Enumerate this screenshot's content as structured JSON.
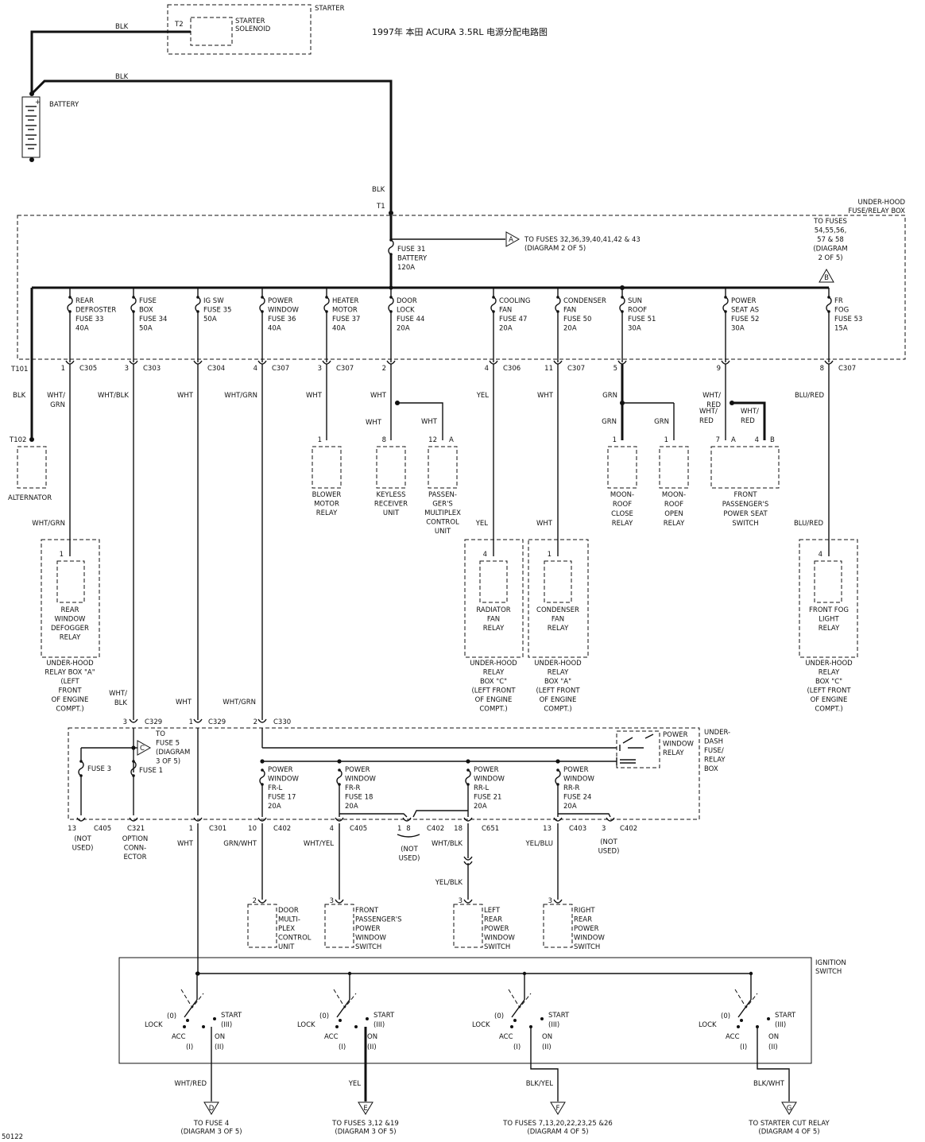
{
  "title": "1997年 本田 ACURA 3.5RL  电源分配电路图",
  "diagram_code": "50122",
  "starter": {
    "label": "STARTER",
    "pin": "T2",
    "solenoid": [
      "STARTER",
      "SOLENOID"
    ],
    "wire": "BLK"
  },
  "battery": {
    "label": "BATTERY",
    "wire": "BLK"
  },
  "main_feed": {
    "wire": "BLK",
    "terminal": "T1"
  },
  "box_label": [
    "UNDER-HOOD",
    "FUSE/RELAY BOX"
  ],
  "fuse31": [
    "FUSE 31",
    "BATTERY",
    "120A"
  ],
  "ref_a": {
    "letter": "A",
    "lines": [
      "TO FUSES 32,36,39,40,41,42 & 43",
      "(DIAGRAM 2 OF 5)"
    ]
  },
  "ref_b": {
    "letter": "B",
    "lines": [
      "TO FUSES",
      "54,55,56,",
      "57 & 58",
      "(DIAGRAM",
      "2 OF 5)"
    ]
  },
  "alternator": {
    "t101": "T101",
    "wire": "BLK",
    "t102": "T102",
    "label": "ALTERNATOR"
  },
  "fuses": [
    {
      "lines": [
        "REAR",
        "DEFROSTER",
        "FUSE 33",
        "40A"
      ],
      "pin": "1",
      "conn": "C305",
      "wire": [
        "WHT/",
        "GRN"
      ]
    },
    {
      "lines": [
        "FUSE",
        "BOX",
        "FUSE 34",
        "50A"
      ],
      "pin": "3",
      "conn": "C303",
      "wire": [
        "WHT/BLK"
      ]
    },
    {
      "lines": [
        "IG SW",
        "FUSE 35",
        "50A"
      ],
      "pin": "",
      "conn": "C304",
      "wire": [
        "WHT"
      ]
    },
    {
      "lines": [
        "POWER",
        "WINDOW",
        "FUSE 36",
        "40A"
      ],
      "pin": "4",
      "conn": "C307",
      "wire": [
        "WHT/GRN"
      ]
    },
    {
      "lines": [
        "HEATER",
        "MOTOR",
        "FUSE 37",
        "40A"
      ],
      "pin": "3",
      "conn": "C307",
      "wire": [
        "WHT"
      ]
    },
    {
      "lines": [
        "DOOR",
        "LOCK",
        "FUSE 44",
        "20A"
      ],
      "pin": "2",
      "conn": "",
      "wire": [
        "WHT"
      ]
    },
    {
      "lines": [
        "COOLING",
        "FAN",
        "FUSE 47",
        "20A"
      ],
      "pin": "4",
      "conn": "C306",
      "wire": [
        "YEL"
      ]
    },
    {
      "lines": [
        "CONDENSER",
        "FAN",
        "FUSE 50",
        "20A"
      ],
      "pin": "11",
      "conn": "C307",
      "wire": [
        "WHT"
      ]
    },
    {
      "lines": [
        "SUN",
        "ROOF",
        "FUSE 51",
        "30A"
      ],
      "pin": "5",
      "conn": "",
      "wire": [
        "GRN"
      ]
    },
    {
      "lines": [
        "POWER",
        "SEAT AS",
        "FUSE 52",
        "30A"
      ],
      "pin": "9",
      "conn": "",
      "wire": [
        "WHT/",
        "RED"
      ]
    },
    {
      "lines": [
        "FR",
        "FOG",
        "FUSE 53",
        "15A"
      ],
      "pin": "8",
      "conn": "C307",
      "wire": [
        "BLU/RED"
      ]
    }
  ],
  "loads_upper": {
    "blower": {
      "pin": "1",
      "lines": [
        "BLOWER",
        "MOTOR",
        "RELAY"
      ]
    },
    "keyless": {
      "pin": "8",
      "wire": "WHT",
      "lines": [
        "KEYLESS",
        "RECEIVER",
        "UNIT"
      ]
    },
    "pass_mux": {
      "pin": "12",
      "ref": "A",
      "wire": "WHT",
      "lines": [
        "PASSEN-",
        "GER'S",
        "MULTIPLEX",
        "CONTROL",
        "UNIT"
      ]
    },
    "moon_close": {
      "pin": "1",
      "wire": "GRN",
      "lines": [
        "MOON-",
        "ROOF",
        "CLOSE",
        "RELAY"
      ]
    },
    "moon_open": {
      "pin": "1",
      "wire": "GRN",
      "lines": [
        "MOON-",
        "ROOF",
        "OPEN",
        "RELAY"
      ]
    },
    "seat": {
      "pin_a": "7",
      "ref_a": "A",
      "pin_b": "4",
      "ref_b": "B",
      "wire": [
        "WHT/",
        "RED"
      ],
      "lines": [
        "FRONT",
        "PASSENGER'S",
        "POWER SEAT",
        "SWITCH"
      ]
    }
  },
  "relays": {
    "defogger": {
      "wire": "WHT/GRN",
      "pin": "1",
      "lines": [
        "REAR",
        "WINDOW",
        "DEFOGGER",
        "RELAY"
      ],
      "box": [
        "UNDER-HOOD",
        "RELAY BOX \"A\"",
        "(LEFT",
        "FRONT",
        "OF ENGINE",
        "COMPT.)"
      ]
    },
    "radiator": {
      "wire": "YEL",
      "pin": "4",
      "lines": [
        "RADIATOR",
        "FAN",
        "RELAY"
      ],
      "box": [
        "UNDER-HOOD",
        "RELAY",
        "BOX \"C\"",
        "(LEFT FRONT",
        "OF ENGINE",
        "COMPT.)"
      ]
    },
    "condenser": {
      "wire": "WHT",
      "pin": "1",
      "lines": [
        "CONDENSER",
        "FAN",
        "RELAY"
      ],
      "box": [
        "UNDER-HOOD",
        "RELAY",
        "BOX \"A\"",
        "(LEFT FRONT",
        "OF ENGINE",
        "COMPT.)"
      ]
    },
    "fog": {
      "wire": "BLU/RED",
      "pin": "4",
      "lines": [
        "FRONT FOG",
        "LIGHT",
        "RELAY"
      ],
      "box": [
        "UNDER-HOOD",
        "RELAY",
        "BOX \"C\"",
        "(LEFT FRONT",
        "OF ENGINE",
        "COMPT.)"
      ]
    }
  },
  "underdash": {
    "label": [
      "UNDER-",
      "DASH",
      "FUSE/",
      "RELAY",
      "BOX"
    ],
    "c329a": {
      "pin": "3",
      "conn": "C329",
      "wire": [
        "WHT/",
        "BLK"
      ]
    },
    "c329b": {
      "pin": "1",
      "conn": "C329",
      "wire": [
        "WHT"
      ]
    },
    "c330": {
      "pin": "2",
      "conn": "C330",
      "wire": [
        "WHT/GRN"
      ]
    },
    "ref_c": {
      "letter": "C",
      "lines": [
        "TO",
        "FUSE 5",
        "(DIAGRAM",
        "3 OF 5)"
      ]
    },
    "fuse3": "FUSE 3",
    "fuse1": "FUSE 1",
    "pw_relay": [
      "POWER",
      "WINDOW",
      "RELAY"
    ],
    "pw_fuses": [
      {
        "lines": [
          "POWER",
          "WINDOW",
          "FR-L",
          "FUSE 17",
          "20A"
        ]
      },
      {
        "lines": [
          "POWER",
          "WINDOW",
          "FR-R",
          "FUSE 18",
          "20A"
        ]
      },
      {
        "lines": [
          "POWER",
          "WINDOW",
          "RR-L",
          "FUSE 21",
          "20A"
        ]
      },
      {
        "lines": [
          "POWER",
          "WINDOW",
          "RR-R",
          "FUSE 24",
          "20A"
        ]
      }
    ]
  },
  "bottom_conns": [
    {
      "pin": "13",
      "conn": "C405",
      "note": [
        "(NOT",
        "USED)"
      ]
    },
    {
      "pin": "",
      "conn": "C321",
      "note": [
        "OPTION",
        "CONN-",
        "ECTOR"
      ]
    },
    {
      "pin": "1",
      "conn": "C301",
      "wire": "WHT"
    },
    {
      "pin": "10",
      "conn": "C402",
      "wire": "GRN/WHT"
    },
    {
      "pin": "4",
      "conn": "C405",
      "wire": "WHT/YEL"
    },
    {
      "pin": "1",
      "pin2": "8",
      "conn": "C402",
      "note": [
        "(NOT",
        "USED)"
      ]
    },
    {
      "pin": "18",
      "conn": "C651",
      "wire": "WHT/BLK",
      "wire2": "YEL/BLK"
    },
    {
      "pin": "13",
      "conn": "C403",
      "wire": "YEL/BLU"
    },
    {
      "pin": "3",
      "conn": "C402",
      "note": [
        "(NOT",
        "USED)"
      ]
    }
  ],
  "loads_lower": [
    {
      "pin": "2",
      "lines": [
        "DOOR",
        "MULTI-",
        "PLEX",
        "CONTROL",
        "UNIT"
      ]
    },
    {
      "pin": "3",
      "lines": [
        "FRONT",
        "PASSENGER'S",
        "POWER",
        "WINDOW",
        "SWITCH"
      ]
    },
    {
      "pin": "3",
      "lines": [
        "LEFT",
        "REAR",
        "POWER",
        "WINDOW",
        "SWITCH"
      ]
    },
    {
      "pin": "3",
      "lines": [
        "RIGHT",
        "REAR",
        "POWER",
        "WINDOW",
        "SWITCH"
      ]
    }
  ],
  "ignition": {
    "label": [
      "IGNITION",
      "SWITCH"
    ],
    "sections": [
      {
        "lock": "LOCK",
        "p0": "(0)",
        "acc": "ACC",
        "i": "(I)",
        "start": "START",
        "iii": "(III)",
        "on": "ON",
        "ii": "(II)"
      },
      {
        "lock": "LOCK",
        "p0": "(0)",
        "acc": "ACC",
        "i": "(I)",
        "start": "START",
        "iii": "(III)",
        "on": "ON",
        "ii": "(II)"
      },
      {
        "lock": "LOCK",
        "p0": "(0)",
        "acc": "ACC",
        "i": "(I)",
        "start": "START",
        "iii": "(III)",
        "on": "ON",
        "ii": "(II)"
      },
      {
        "lock": "LOCK",
        "p0": "(0)",
        "acc": "ACC",
        "i": "(I)",
        "start": "START",
        "iii": "(III)",
        "on": "ON",
        "ii": "(II)"
      }
    ],
    "outputs": [
      {
        "wire": "WHT/RED",
        "ref": "D",
        "lines": [
          "TO FUSE 4",
          "(DIAGRAM 3 OF 5)"
        ]
      },
      {
        "wire": "YEL",
        "ref": "E",
        "lines": [
          "TO FUSES 3,12 &19",
          "(DIAGRAM 3 OF 5)"
        ]
      },
      {
        "wire": "BLK/YEL",
        "ref": "F",
        "lines": [
          "TO FUSES 7,13,20,22,23,25 &26",
          "(DIAGRAM 4 OF 5)"
        ]
      },
      {
        "wire": "BLK/WHT",
        "ref": "G",
        "lines": [
          "TO STARTER CUT RELAY",
          "(DIAGRAM 4 OF 5)"
        ]
      }
    ]
  }
}
